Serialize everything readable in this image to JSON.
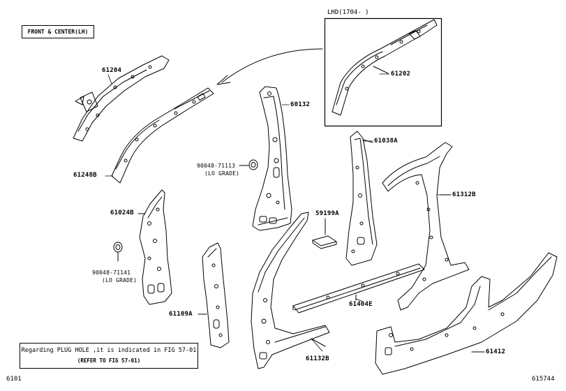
{
  "diagram": {
    "header_box": "FRONT & CENTER(LH)",
    "inset_label": "LHD(1704-   )",
    "parts": {
      "p61204": "61204",
      "p61248B": "61248B",
      "p61202": "61202",
      "p60132": "60132",
      "p9004871113": "90048-71113",
      "p9004871113_note": "(LO GRADE)",
      "p61024B": "61024B",
      "p9004871141": "90048-71141",
      "p9004871141_note": "(LO GRADE)",
      "p61109A": "61109A",
      "p61038A": "61038A",
      "p59199A": "59199A",
      "p61312B": "61312B",
      "p61404E": "61404E",
      "p61132B": "61132B",
      "p61412": "61412"
    },
    "note": {
      "line1": "Regarding PLUG HOLE ,it is indicated in FIG 57-01",
      "line2": "(REFER TO FIG 57-01)"
    },
    "footer_left": "6101",
    "footer_right": "615744"
  }
}
